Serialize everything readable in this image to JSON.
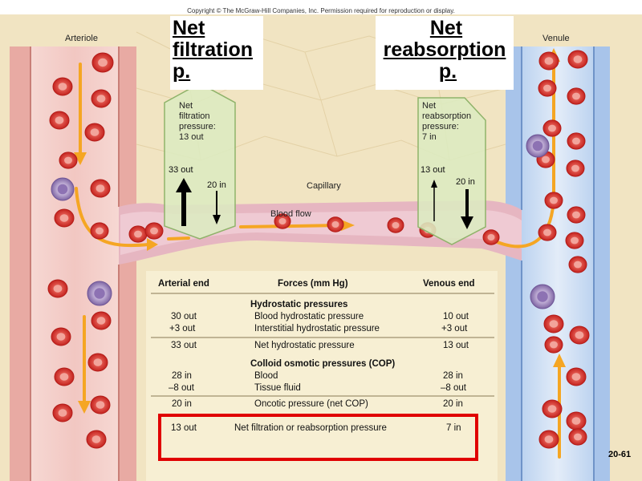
{
  "copyright": "Copyright © The McGraw-Hill Companies, Inc. Permission required for reproduction or display.",
  "labels": {
    "arteriole": "Arteriole",
    "venule": "Venule",
    "capillary": "Capillary",
    "blood_flow": "Blood flow"
  },
  "headings": {
    "filtration": [
      "Net",
      "filtration",
      "p."
    ],
    "reabsorption": [
      "Net",
      "reabsorption",
      "p."
    ]
  },
  "callouts": {
    "arterial": {
      "lines": [
        "Net",
        "filtration",
        "pressure:",
        "13 out"
      ],
      "out_label": "33 out",
      "in_label": "20 in"
    },
    "venous": {
      "lines": [
        "Net",
        "reabsorption",
        "pressure:",
        "7 in"
      ],
      "out_label": "13 out",
      "in_label": "20 in"
    }
  },
  "table": {
    "headers": [
      "Arterial end",
      "Forces (mm Hg)",
      "Venous end"
    ],
    "sections": [
      {
        "title": "Hydrostatic pressures",
        "rows": [
          [
            "30 out",
            "Blood hydrostatic pressure",
            "10 out"
          ],
          [
            "+3 out",
            "Interstitial hydrostatic pressure",
            "+3 out"
          ]
        ],
        "total": [
          "33 out",
          "Net hydrostatic pressure",
          "13 out"
        ]
      },
      {
        "title": "Colloid osmotic pressures (COP)",
        "rows": [
          [
            "28 in",
            "Blood",
            "28 in"
          ],
          [
            "–8 out",
            "Tissue fluid",
            "–8 out"
          ]
        ],
        "total": [
          "20 in",
          "Oncotic pressure (net COP)",
          "20 in"
        ]
      }
    ],
    "net": [
      "13 out",
      "Net filtration or reabsorption pressure",
      "7 in"
    ]
  },
  "slide_number": "20-61",
  "colors": {
    "artery_wall": "#e9a9a2",
    "artery_lumen": "#f4cfcc",
    "vein_wall": "#a9c6ea",
    "vein_lumen": "#d9e6f6",
    "tissue": "#f3e6c4",
    "table_bg": "#f6edcf",
    "rbc": "#d8312c",
    "rbc_center": "#ef8f86",
    "wbc": "#9a83b9",
    "flow_arrow": "#f5a623",
    "callout_fill": "#dcebc0",
    "callout_stroke": "#8fb36a",
    "highlight_box": "#e00000"
  }
}
